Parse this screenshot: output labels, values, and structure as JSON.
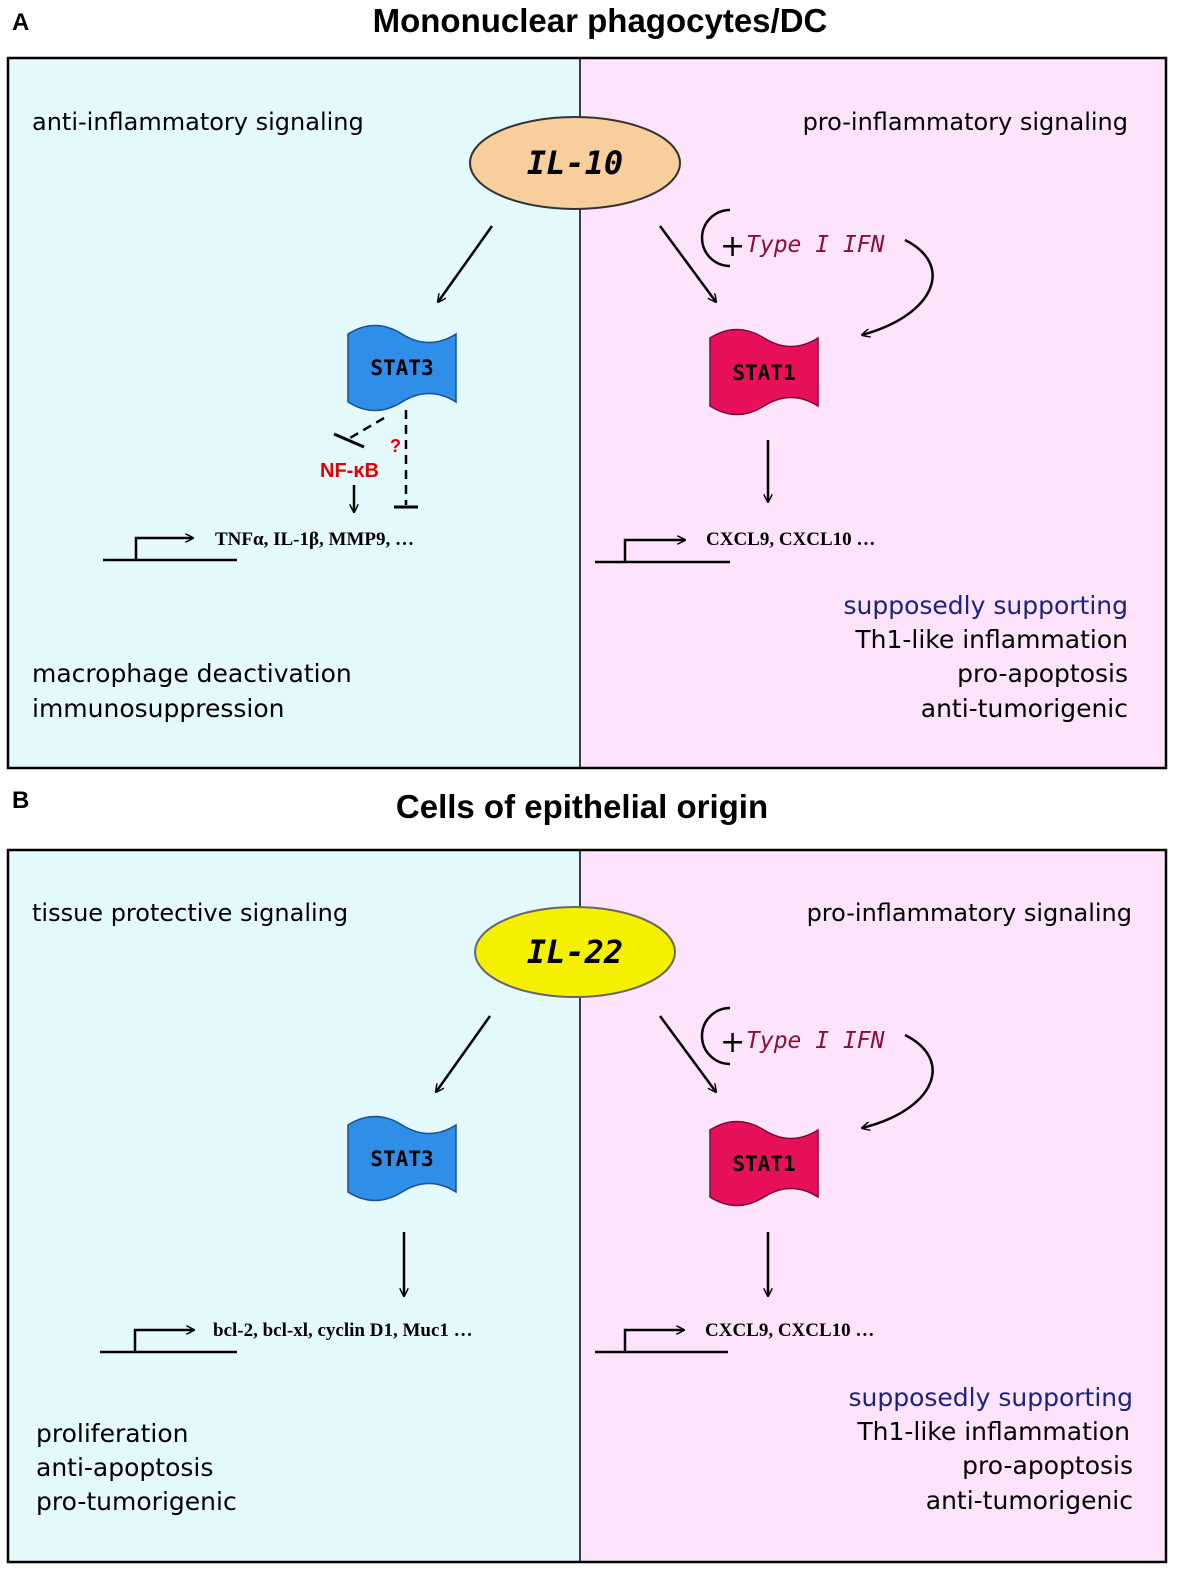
{
  "panels": [
    {
      "letter": "A",
      "title": "Mononuclear phagocytes/DC",
      "left_header": "anti-inflammatory signaling",
      "right_header": "pro-inflammatory signaling",
      "cytokine": "IL-10",
      "cytokine_color": "#f8cf9c",
      "left_stat": "STAT3",
      "right_stat": "STAT1",
      "ifn_label": "Type I IFN",
      "plus": "+",
      "nfkb_label": "NF-κB",
      "question": "?",
      "left_genes": "TNFα, IL-1β, MMP9, …",
      "right_genes": "CXCL9, CXCL10 …",
      "left_outcomes": [
        "macrophage deactivation",
        "immunosuppression"
      ],
      "right_support_title": "supposedly supporting",
      "right_outcomes": [
        "Th1-like inflammation",
        "pro-apoptosis",
        "anti-tumorigenic"
      ]
    },
    {
      "letter": "B",
      "title": "Cells of epithelial origin",
      "left_header": "tissue protective signaling",
      "right_header": "pro-inflammatory signaling",
      "cytokine": "IL-22",
      "cytokine_color": "#f5f000",
      "left_stat": "STAT3",
      "right_stat": "STAT1",
      "ifn_label": "Type I IFN",
      "plus": "+",
      "left_genes": "bcl-2, bcl-xl, cyclin D1, Muc1 …",
      "right_genes": "CXCL9, CXCL10 …",
      "left_outcomes": [
        "proliferation",
        "anti-apoptosis",
        "pro-tumorigenic"
      ],
      "right_support_title": "supposedly supporting",
      "right_outcomes": [
        "Th1-like inflammation",
        "pro-apoptosis",
        "anti-tumorigenic"
      ]
    }
  ],
  "colors": {
    "left_bg": "#e3f9fc",
    "right_bg": "#fde3fb",
    "stat3": "#2f8ee8",
    "stat1": "#e8105a",
    "support_text": "#1a237e",
    "ifn_text": "#8b0e3a",
    "nfkb_text": "#e00000"
  }
}
